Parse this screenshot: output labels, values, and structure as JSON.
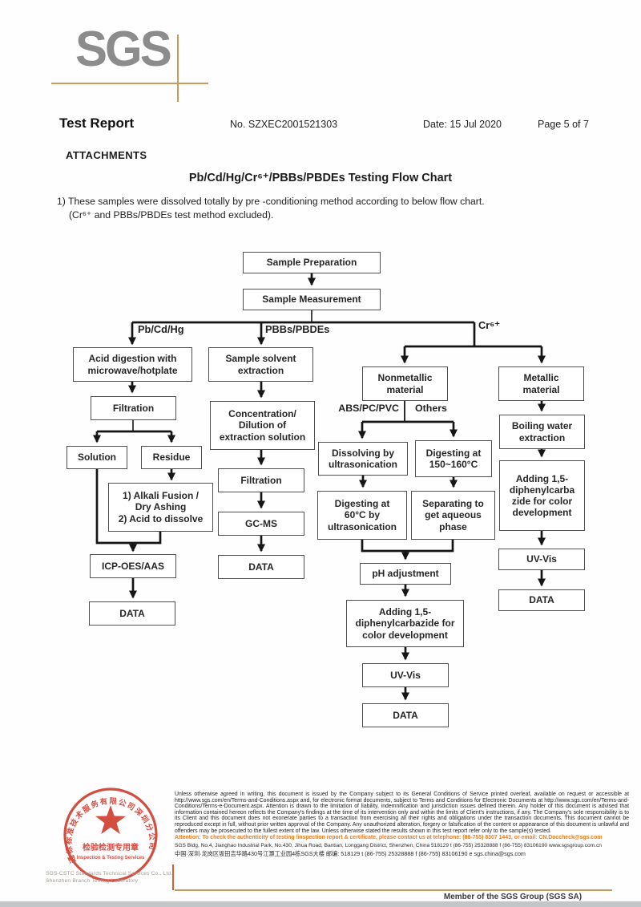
{
  "page": {
    "logo_text": "SGS",
    "member_line": "Member of the SGS Group (SGS SA)"
  },
  "header": {
    "title": "Test Report",
    "report_no": "No. SZXEC2001521303",
    "date": "Date: 15 Jul 2020",
    "page_info": "Page 5 of 7"
  },
  "attachments": {
    "heading": "ATTACHMENTS",
    "chart_title": "Pb/Cd/Hg/Cr⁶⁺/PBBs/PBDEs Testing Flow Chart",
    "note_line1": "1) These samples were dissolved totally by pre -conditioning method according to below flow chart.",
    "note_line2": "(Cr⁶⁺ and PBBs/PBDEs test method excluded)."
  },
  "flow": {
    "labels": {
      "pb": "Pb/Cd/Hg",
      "pbbs": "PBBs/PBDEs",
      "cr": "Cr⁶⁺",
      "abs": "ABS/PC/PVC",
      "others": "Others"
    },
    "nodes": [
      {
        "id": "sample-preparation",
        "label": "Sample Preparation"
      },
      {
        "id": "sample-measurement",
        "label": "Sample Measurement"
      },
      {
        "id": "acid-digestion",
        "label": "Acid digestion with\nmicrowave/hotplate"
      },
      {
        "id": "filtration-left",
        "label": "Filtration"
      },
      {
        "id": "solution",
        "label": "Solution"
      },
      {
        "id": "residue",
        "label": "Residue"
      },
      {
        "id": "alkali-fusion",
        "label": "1) Alkali Fusion /\nDry Ashing\n2) Acid to dissolve"
      },
      {
        "id": "icp-oes-aas",
        "label": "ICP-OES/AAS"
      },
      {
        "id": "data-left",
        "label": "DATA"
      },
      {
        "id": "sample-solvent-extraction",
        "label": "Sample solvent\nextraction"
      },
      {
        "id": "concentration-dilution",
        "label": "Concentration/\nDilution of\nextraction solution"
      },
      {
        "id": "filtration-mid",
        "label": "Filtration"
      },
      {
        "id": "gc-ms",
        "label": "GC-MS"
      },
      {
        "id": "data-mid",
        "label": "DATA"
      },
      {
        "id": "nonmetallic-material",
        "label": "Nonmetallic\nmaterial"
      },
      {
        "id": "metallic-material",
        "label": "Metallic\nmaterial"
      },
      {
        "id": "dissolving-ultrasonication",
        "label": "Dissolving by\nultrasonication"
      },
      {
        "id": "digesting-150-160",
        "label": "Digesting at\n150~160°C"
      },
      {
        "id": "digesting-60",
        "label": "Digesting at\n60°C by\nultrasonication"
      },
      {
        "id": "separating-aqueous",
        "label": "Separating to\nget aqueous\nphase"
      },
      {
        "id": "ph-adjustment",
        "label": "pH adjustment"
      },
      {
        "id": "adding-diphenylcarbazide-center",
        "label": "Adding 1,5-\ndiphenylcarbazide for\ncolor development"
      },
      {
        "id": "uv-vis-center",
        "label": "UV-Vis"
      },
      {
        "id": "data-center",
        "label": "DATA"
      },
      {
        "id": "boiling-water-extraction",
        "label": "Boiling water\nextraction"
      },
      {
        "id": "adding-diphenylcarbazide-right",
        "label": "Adding 1,5-\ndiphenylcarba\nzide for color\ndevelopment"
      },
      {
        "id": "uv-vis-right",
        "label": "UV-Vis"
      },
      {
        "id": "data-right",
        "label": "DATA"
      }
    ]
  },
  "stamp": {
    "ring_text": "通标标准技术服务有限公司深圳分公司",
    "line1": "检验检测专用章",
    "line2": "Inspection & Testing Services",
    "company_line1": "SGS-CSTC Standards Technical Services Co., Ltd.",
    "company_line2": "Shenzhen Branch Testing Laboratory",
    "color": "#cf3527"
  },
  "footer": {
    "legal_text": "Unless otherwise agreed in writing, this document is issued by the Company subject to its General Conditions of Service printed overleaf, available on request or accessible at http://www.sgs.com/en/Terms-and-Conditions.aspx and, for electronic format documents, subject to Terms and Conditions for Electronic Documents at http://www.sgs.com/en/Terms-and-Conditions/Terms-e-Document.aspx. Attention is drawn to the limitation of liability, indemnification and jurisdiction issues defined therein. Any holder of this document is advised that information contained hereon reflects the Company's findings at the time of its intervention only and within the limits of Client's instructions, if any. The Company's sole responsibility is to its Client and this document does not exonerate parties to a transaction from exercising all their rights and obligations under the transaction documents. This document cannot be reproduced except in full, without prior written approval of the Company. Any unauthorized alteration, forgery or falsification of the content or appearance of this document is unlawful and offenders may be prosecuted to the fullest extent of the law. Unless otherwise stated the results shown in this test report refer only to the sample(s) tested.",
    "attention_text": "Attention: To check the authenticity of testing /inspection report & certificate, please contact us at telephone: (86-755) 8307 1443, or email: CN.Doccheck@sgs.com",
    "address_en": "SGS Bldg, No.4, Jianghao Industrial Park, No.430, Jihua Road, Bantian, Longgang District, Shenzhen, China 518129   t (86-755) 25328888   f (86-755) 83106190   www.sgsgroup.com.cn",
    "address_cn": "中国·深圳·龙岗区坂田吉华路430号江灏工业园4栋SGS大楼   邮编: 518129   t (86-755) 25328888   f (86-755) 83106190   e sgs.china@sgs.com"
  }
}
